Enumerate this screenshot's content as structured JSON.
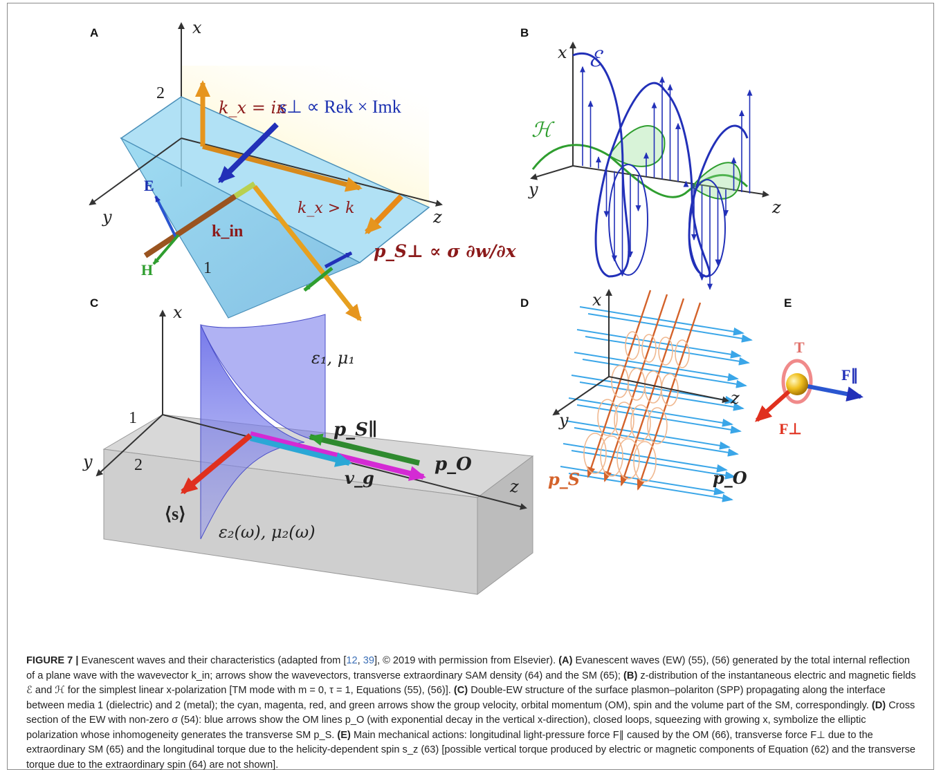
{
  "panels": {
    "A": {
      "label": "A",
      "axis_x": "x",
      "axis_y": "y",
      "axis_z": "z",
      "medium_top": "2",
      "medium_bottom": "1",
      "kx_eq": "k_x = iκ",
      "kx_gt": "k_x > k",
      "s_perp": "s⊥ ∝ Rek × Imk",
      "E": "E",
      "H": "H",
      "k_in": "k_in",
      "p_s_perp": "p_S⊥ ∝ σ ∂w/∂x"
    },
    "B": {
      "label": "B",
      "axis_x": "x",
      "axis_y": "y",
      "axis_z": "z",
      "E_field": "ℰ",
      "H_field": "ℋ"
    },
    "C": {
      "label": "C",
      "axis_x": "x",
      "axis_y": "y",
      "axis_z": "z",
      "medium1": "1",
      "medium2": "2",
      "eps1": "ε₁, μ₁",
      "eps2": "ε₂(ω), μ₂(ω)",
      "p_s_par": "p_S∥",
      "p_o": "p_O",
      "v_g": "v_g",
      "s_avg": "⟨s⟩"
    },
    "D": {
      "label": "D",
      "axis_x": "x",
      "axis_y": "y",
      "axis_z": "z",
      "p_s": "p_S",
      "p_o": "p_O"
    },
    "E": {
      "label": "E",
      "T": "T",
      "F_par": "F∥",
      "F_perp": "F⊥"
    }
  },
  "colors": {
    "blue_arrow": "#2230b8",
    "green_arrow": "#2f9e2f",
    "orange_arrow": "#e6951e",
    "cyan_arrow": "#2aa7d6",
    "magenta_arrow": "#d42ad4",
    "red_arrow": "#e0301e",
    "dark_red_text": "#8b1a1a"
  },
  "caption": {
    "figure": "FIGURE 7 |",
    "s1": " Evanescent waves and their characteristics (adapted from [",
    "r1": "12",
    "comma": ", ",
    "r2": "39",
    "s2": "], © 2019 with permission from Elsevier). ",
    "a_lab": "(A)",
    "a_txt": " Evanescent waves (EW) (55), (56) generated by the total internal reflection of a plane wave with the wavevector k_in; arrows show the wavevectors, transverse extraordinary SAM density (64) and the SM (65); ",
    "b_lab": "(B)",
    "b_txt": " z-distribution of the instantaneous electric and magnetic fields ℰ and ℋ for the simplest linear x-polarization [TM mode with m = 0, τ = 1, Equations (55), (56)]. ",
    "c_lab": "(C)",
    "c_txt": " Double-EW structure of the surface plasmon–polariton (SPP) propagating along the interface between media 1 (dielectric) and 2 (metal); the cyan, magenta, red, and green arrows show the group velocity, orbital momentum (OM), spin and the volume part of the SM, correspondingly. ",
    "d_lab": "(D)",
    "d_txt": " Cross section of the EW with non-zero σ (54): blue arrows show the OM lines p_O (with exponential decay in the vertical x-direction), closed loops, squeezing with growing x, symbolize the elliptic polarization whose inhomogeneity generates the transverse SM p_S. ",
    "e_lab": "(E)",
    "e_txt": " Main mechanical actions: longitudinal light-pressure force F∥ caused by the OM (66), transverse force F⊥ due to the extraordinary SM (65) and the longitudinal torque due to the helicity-dependent spin s_z (63) [possible vertical torque produced by electric or magnetic components of Equation (62) and the transverse torque due to the extraordinary spin (64) are not shown]."
  }
}
